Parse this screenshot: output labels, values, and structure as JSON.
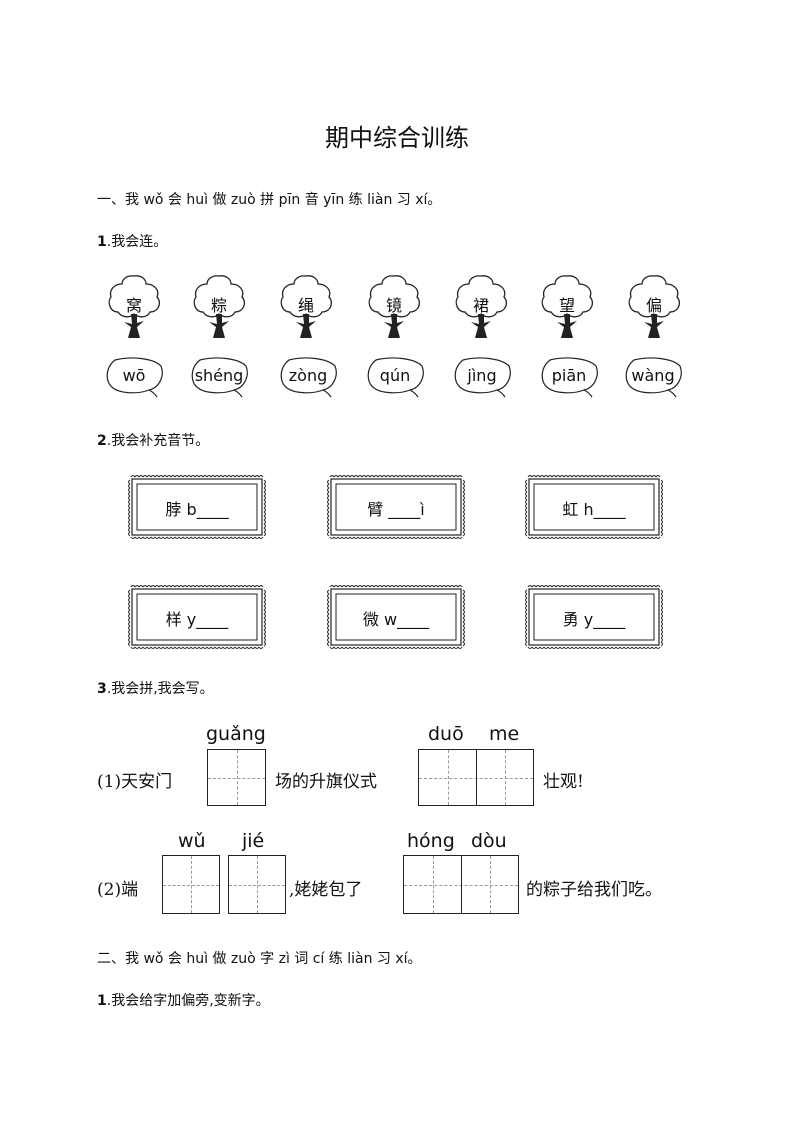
{
  "title": "期中综合训练",
  "section1": "一、我 wǒ 会 huì 做 zuò 拼 pīn 音 yīn 练 liàn 习 xí。",
  "q1": {
    "num": "1",
    "text": ".我会连。",
    "chars": [
      "窝",
      "粽",
      "绳",
      "镜",
      "裙",
      "望",
      "偏"
    ],
    "pinyin": [
      "wō",
      "shéng",
      "zòng",
      "qún",
      "jìng",
      "piān",
      "wàng"
    ]
  },
  "q2": {
    "num": "2",
    "text": ".我会补充音节。",
    "cards": [
      "脖 b____",
      "臂 ____ì",
      "虹 h____",
      "样 y____",
      "微 w____",
      "勇 y____"
    ]
  },
  "q3": {
    "num": "3",
    "text": ".我会拼,我会写。",
    "s1": {
      "prefix": "(1)天安门",
      "mid": "场的升旗仪式",
      "suffix": "壮观!",
      "py1": "guǎng",
      "py2a": "duō",
      "py2b": "me"
    },
    "s2": {
      "prefix": "(2)端",
      "mid": ",姥姥包了",
      "suffix": "的粽子给我们吃。",
      "py1": "wǔ",
      "py2": "jié",
      "py3a": "hóng",
      "py3b": "dòu"
    }
  },
  "section2": "二、我 wǒ 会 huì 做 zuò 字 zì 词 cí 练 liàn 习 xí。",
  "q21": {
    "num": "1",
    "text": ".我会给字加偏旁,变新字。"
  }
}
